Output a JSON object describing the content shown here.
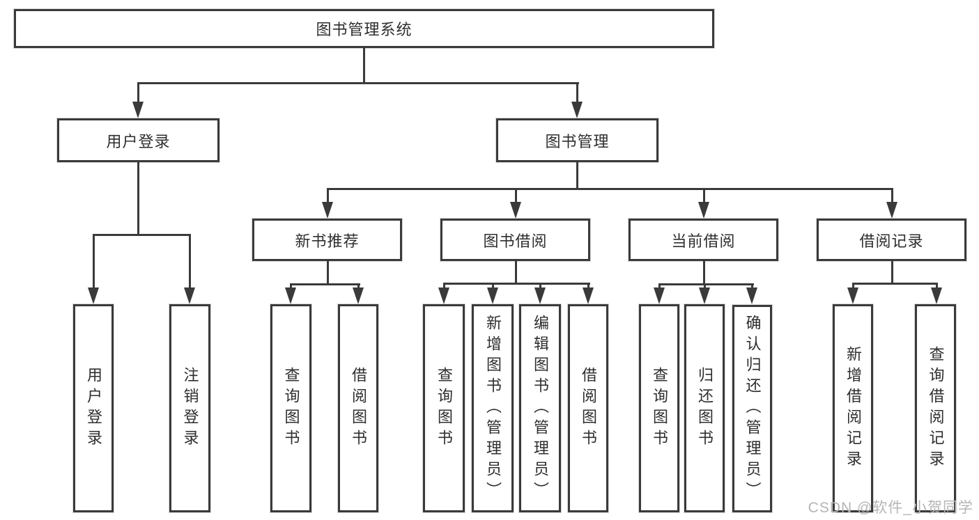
{
  "diagram": {
    "type": "tree",
    "colors": {
      "line": "#3a3a3a",
      "box_border": "#3a3a3a",
      "text": "#2e2e2e",
      "background": "#ffffff",
      "watermark": "#b5b5b5"
    },
    "root": {
      "label": "图书管理系统"
    },
    "level2": [
      {
        "id": "user-login",
        "label": "用户登录"
      },
      {
        "id": "book-management",
        "label": "图书管理"
      }
    ],
    "level3": [
      {
        "id": "new-book-recommend",
        "label": "新书推荐",
        "parent": "book-management"
      },
      {
        "id": "book-borrow",
        "label": "图书借阅",
        "parent": "book-management"
      },
      {
        "id": "current-borrow",
        "label": "当前借阅",
        "parent": "book-management"
      },
      {
        "id": "borrow-records",
        "label": "借阅记录",
        "parent": "book-management"
      }
    ],
    "leaves": {
      "user_login": [
        {
          "label": "用户登录"
        },
        {
          "label": "注销登录"
        }
      ],
      "new_book_recommend": [
        {
          "label": "查询图书"
        },
        {
          "label": "借阅图书"
        }
      ],
      "book_borrow": [
        {
          "label": "查询图书"
        },
        {
          "label": "新增图书（管理员）"
        },
        {
          "label": "编辑图书（管理员）"
        },
        {
          "label": "借阅图书"
        }
      ],
      "current_borrow": [
        {
          "label": "查询图书"
        },
        {
          "label": "归还图书"
        },
        {
          "label": "确认归还（管理员）"
        }
      ],
      "borrow_records": [
        {
          "label": "新增借阅记录"
        },
        {
          "label": "查询借阅记录"
        }
      ]
    },
    "watermark": "CSDN @软件_小贺同学"
  }
}
